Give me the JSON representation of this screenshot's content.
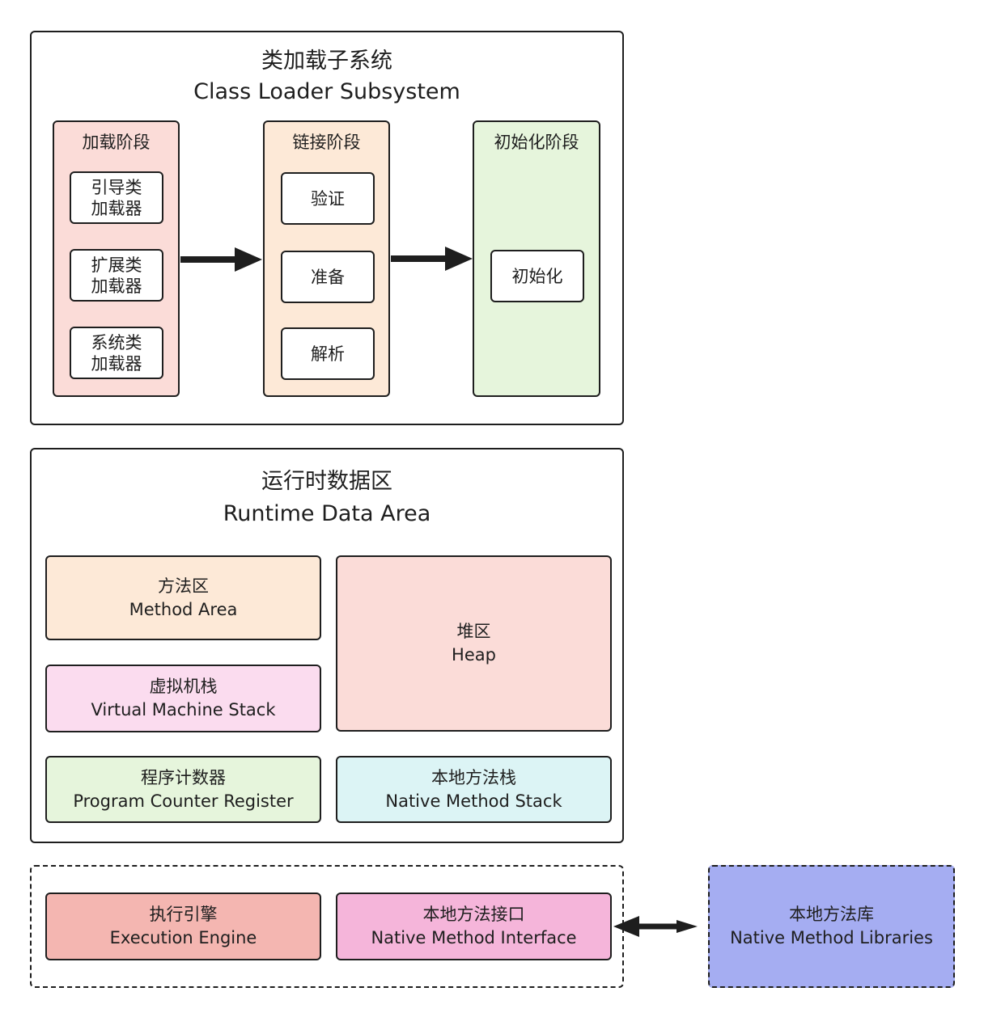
{
  "class_loader": {
    "title_cn": "类加载子系统",
    "title_en": "Class Loader Subsystem",
    "loading": {
      "title": "加载阶段",
      "items": [
        {
          "l1": "引导类",
          "l2": "加载器"
        },
        {
          "l1": "扩展类",
          "l2": "加载器"
        },
        {
          "l1": "系统类",
          "l2": "加载器"
        }
      ]
    },
    "linking": {
      "title": "链接阶段",
      "items": [
        "验证",
        "准备",
        "解析"
      ]
    },
    "init": {
      "title": "初始化阶段",
      "items": [
        "初始化"
      ]
    }
  },
  "runtime": {
    "title_cn": "运行时数据区",
    "title_en": "Runtime Data Area",
    "method_area": {
      "cn": "方法区",
      "en": "Method Area"
    },
    "heap": {
      "cn": "堆区",
      "en": "Heap"
    },
    "vm_stack": {
      "cn": "虚拟机栈",
      "en": "Virtual Machine Stack"
    },
    "pc_register": {
      "cn": "程序计数器",
      "en": "Program Counter Register"
    },
    "native_stack": {
      "cn": "本地方法栈",
      "en": "Native Method Stack"
    }
  },
  "execution": {
    "engine": {
      "cn": "执行引擎",
      "en": "Execution Engine"
    },
    "interface": {
      "cn": "本地方法接口",
      "en": "Native Method Interface"
    }
  },
  "libraries": {
    "cn": "本地方法库",
    "en": "Native Method Libraries"
  },
  "colors": {
    "loading_bg": "#fbdcd8",
    "linking_bg": "#fde9d7",
    "init_bg": "#e6f5dc",
    "method_area_bg": "#fde9d7",
    "heap_bg": "#fbdcd8",
    "vm_stack_bg": "#fbdcef",
    "pc_register_bg": "#e6f5dc",
    "native_stack_bg": "#dcf4f5",
    "engine_bg": "#f4b6b1",
    "interface_bg": "#f5b5da",
    "libraries_bg": "#a5adf2",
    "stroke": "#1e1e1e"
  }
}
